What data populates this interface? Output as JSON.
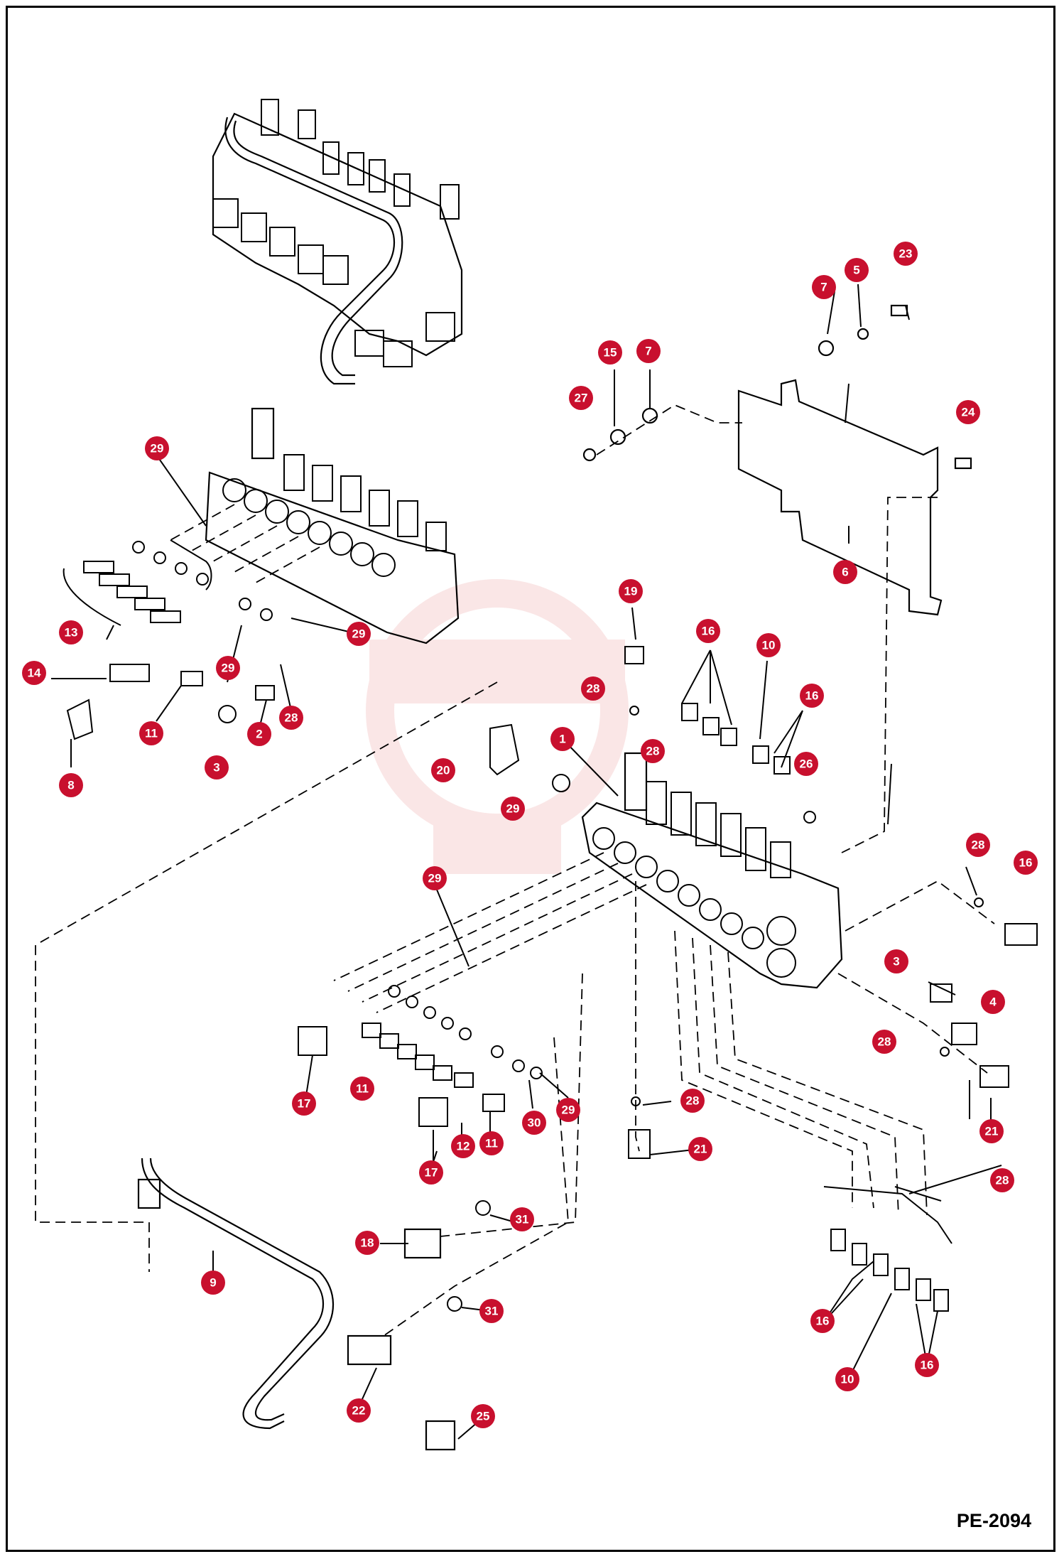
{
  "document_id": "PE-2094",
  "colors": {
    "callout": "#c8102e",
    "line": "#000000",
    "watermark": "#f2b8b8"
  },
  "callouts": [
    {
      "label": "1"
    },
    {
      "label": "2"
    },
    {
      "label": "3"
    },
    {
      "label": "3"
    },
    {
      "label": "4"
    },
    {
      "label": "5"
    },
    {
      "label": "6"
    },
    {
      "label": "7"
    },
    {
      "label": "7"
    },
    {
      "label": "8"
    },
    {
      "label": "9"
    },
    {
      "label": "10"
    },
    {
      "label": "10"
    },
    {
      "label": "11"
    },
    {
      "label": "11"
    },
    {
      "label": "11"
    },
    {
      "label": "12"
    },
    {
      "label": "13"
    },
    {
      "label": "14"
    },
    {
      "label": "15"
    },
    {
      "label": "16"
    },
    {
      "label": "16"
    },
    {
      "label": "16"
    },
    {
      "label": "16"
    },
    {
      "label": "16"
    },
    {
      "label": "17"
    },
    {
      "label": "17"
    },
    {
      "label": "18"
    },
    {
      "label": "19"
    },
    {
      "label": "20"
    },
    {
      "label": "21"
    },
    {
      "label": "21"
    },
    {
      "label": "22"
    },
    {
      "label": "23"
    },
    {
      "label": "24"
    },
    {
      "label": "25"
    },
    {
      "label": "26"
    },
    {
      "label": "27"
    },
    {
      "label": "28"
    },
    {
      "label": "28"
    },
    {
      "label": "28"
    },
    {
      "label": "28"
    },
    {
      "label": "28"
    },
    {
      "label": "28"
    },
    {
      "label": "28"
    },
    {
      "label": "29"
    },
    {
      "label": "29"
    },
    {
      "label": "29"
    },
    {
      "label": "29"
    },
    {
      "label": "29"
    },
    {
      "label": "29"
    },
    {
      "label": "30"
    },
    {
      "label": "31"
    },
    {
      "label": "31"
    }
  ]
}
